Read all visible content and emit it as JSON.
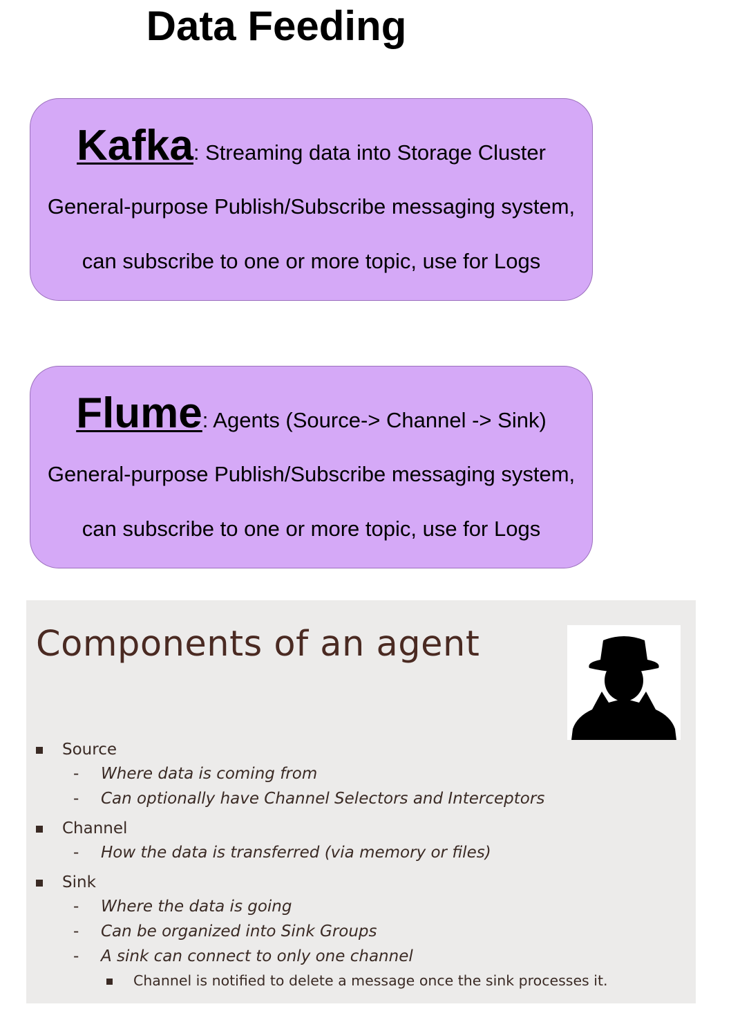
{
  "title": "Data Feeding",
  "cards": {
    "kafka": {
      "name": "Kafka",
      "tagline": ": Streaming data into Storage Cluster",
      "line2": "General-purpose Publish/Subscribe messaging system,",
      "line3": "can subscribe to one or more topic, use for Logs"
    },
    "flume": {
      "name": "Flume",
      "tagline": ":  Agents (Source-> Channel -> Sink)",
      "line2": "General-purpose Publish/Subscribe messaging system,",
      "line3": "can subscribe to one or more topic, use for Logs"
    }
  },
  "slide": {
    "title": "Components of an agent",
    "icon": "spy-silhouette-icon",
    "items": {
      "source": "Source",
      "source_1": "Where data is coming from",
      "source_2": "Can optionally have Channel Selectors and Interceptors",
      "channel": "Channel",
      "channel_1": "How the data is transferred (via memory or files)",
      "sink": "Sink",
      "sink_1": "Where the data is going",
      "sink_2": "Can be organized into Sink Groups",
      "sink_3": "A sink can connect to only one channel",
      "sink_3_1": "Channel is notified to delete a message once the sink processes it."
    },
    "dash": "-"
  },
  "colors": {
    "card_fill": "#d5a9f7",
    "card_border": "#9b6fbd",
    "slide_bg": "#ecebea",
    "slide_title": "#4a2a22"
  }
}
